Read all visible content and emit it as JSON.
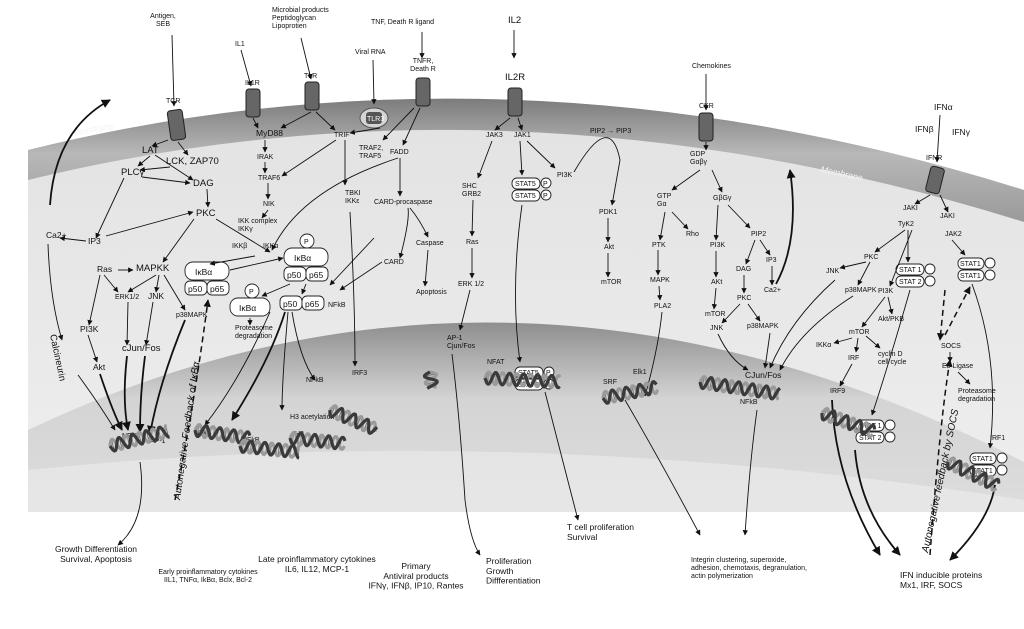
{
  "membrane_label": "Membrane",
  "ligands": {
    "antigen": "Antigen,\nSEB",
    "il1": "IL1",
    "microbial": "Microbial products\nPeptidoglycan\nLipoprotien",
    "viral_rna": "Viral RNA",
    "tnf": "TNF, Death R ligand",
    "il2": "IL2",
    "chemokines": "Chemokines",
    "ifn_alpha": "IFNα",
    "ifn_beta": "IFNβ",
    "ifn_gamma": "IFNγ"
  },
  "receptors": {
    "tcr": "TCR",
    "il1r": "IL1R",
    "tlr": "TLR",
    "tlr3": "TLR3",
    "tnfr": "TNFR,\nDeath R",
    "il2r": "IL2R",
    "ckr": "CKR",
    "ifnr": "IFNR"
  },
  "tcr_path": {
    "lat": "LAT",
    "lck": "LCK, ZAP70",
    "plc": "PLCγ",
    "dag": "DAG",
    "ca": "Ca2+",
    "ip3": "IP3",
    "pkc": "PKC",
    "ras": "Ras",
    "mapkk": "MAPKK",
    "erk": "ERK1/2",
    "jnk": "JNK",
    "p38": "p38MAPK",
    "pi3k": "PI3K",
    "akt": "Akt",
    "cjun": "cJun/Fos",
    "calcineurin": "Calcineurin",
    "nfat": "NFAT",
    "ap1": "AP-1"
  },
  "tlr_path": {
    "myd88": "MyD88",
    "irak": "IRAK",
    "traf6": "TRAF6",
    "trif": "TRIF",
    "nik": "NIK",
    "ikk_complex": "IKK complex\nIKKγ",
    "ikkb": "IKKβ",
    "ikka": "IKKα",
    "p": "P",
    "ikba": "IκBα",
    "p50": "p50",
    "p65": "p65",
    "proteasome": "Proteasome\ndegradation",
    "nfkb": "NFkB",
    "h3_acet": "H3 acetylation",
    "h3": "H3",
    "tbki": "TBKI\nIKKε",
    "irf3": "IRF3",
    "feedback_ikb": "Autonegative Feedback of IκBα"
  },
  "tnf_path": {
    "traf25": "TRAF2,\nTRAF5",
    "fadd": "FADD",
    "card_pro": "CARD-procaspase",
    "card": "CARD",
    "caspase": "Caspase",
    "apoptosis": "Apoptosis"
  },
  "il2_path": {
    "jak3": "JAK3",
    "jak1": "JAK1",
    "shc": "SHC\nGRB2",
    "ras": "Ras",
    "erk": "ERK 1/2",
    "ap1": "AP-1\nCjun/Fos",
    "stat5": "STAT5",
    "p": "P",
    "pip": "PIP2 → PIP3",
    "pi3k": "PI3K",
    "pdk1": "PDK1",
    "akt": "Akt",
    "mtor": "mTOR",
    "nfat": "NFAT"
  },
  "ck_path": {
    "gdp": "GDP\nGαβγ",
    "gtp": "GTP\nGα",
    "gbg": "GβGγ",
    "rho": "Rho",
    "ptk": "PTK",
    "mapk": "MAPK",
    "pla2": "PLA2",
    "pi3k": "PI3K",
    "akt": "AKt",
    "mtor": "mTOR",
    "pip2": "PIP2",
    "dag": "DAG",
    "ip3": "IP3",
    "ca": "Ca2+",
    "pkc": "PKC",
    "jnk": "JNK",
    "p38": "p38MAPK",
    "srf": "SRF",
    "elk1": "Elk1",
    "cjun": "CJun/Fos",
    "nfkb": "NFkB"
  },
  "ifn_path": {
    "jak1a": "JAKI",
    "tyk2": "TyK2",
    "jak1b": "JAKI",
    "jak2": "JAK2",
    "pkc": "PKC",
    "jnk": "JNK",
    "p38": "p38MAPK",
    "stat1": "STAT 1",
    "stat2": "STAT 2",
    "stat1b": "STAT1",
    "pi3k": "PI3K",
    "akt": "Akt/PKB",
    "mtor": "mTOR",
    "ikka": "IKKα",
    "irf": "IRF",
    "cyclin": "cyclin D\ncell cycle",
    "socs": "SOCS",
    "e3": "E3 Ligase",
    "proteasome": "Proteasome\ndegradation",
    "irf9": "IRF9",
    "irf1": "IRF1",
    "feedback_socs": "Autonegative feedback by SOCS"
  },
  "outputs": {
    "growth": "Growth Differentiation\nSurvival, Apoptosis",
    "early": "Early proinflammatory cytokines\nIIL1, TNFα, IkBα, Bclx, Bcl-2",
    "late": "Late proinflammatory cytokines\nIL6, IL12, MCP-1",
    "antiviral": "Primary\nAntiviral products\nIFNγ, IFNβ, IP10, Rantes",
    "prolif": "Proliferation\nGrowth\nDiffferentiation",
    "tcell": "T cell proliferation\nSurvival",
    "integrin": "Integrin clustering, superoxide,\nadhesion, chemotaxis, degranulation,\nactin polymerization",
    "ifn_inducible": "IFN inducible proteins\nMx1, IRF, SOCS"
  }
}
